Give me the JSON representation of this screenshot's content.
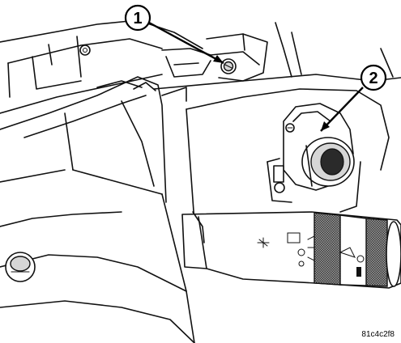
{
  "callouts": [
    {
      "label": "1"
    },
    {
      "label": "2"
    }
  ],
  "figure_id": "81c4c2f8",
  "colors": {
    "line": "#111111",
    "shade": "#d6d6d6",
    "knurl": "#3a3a3a"
  }
}
